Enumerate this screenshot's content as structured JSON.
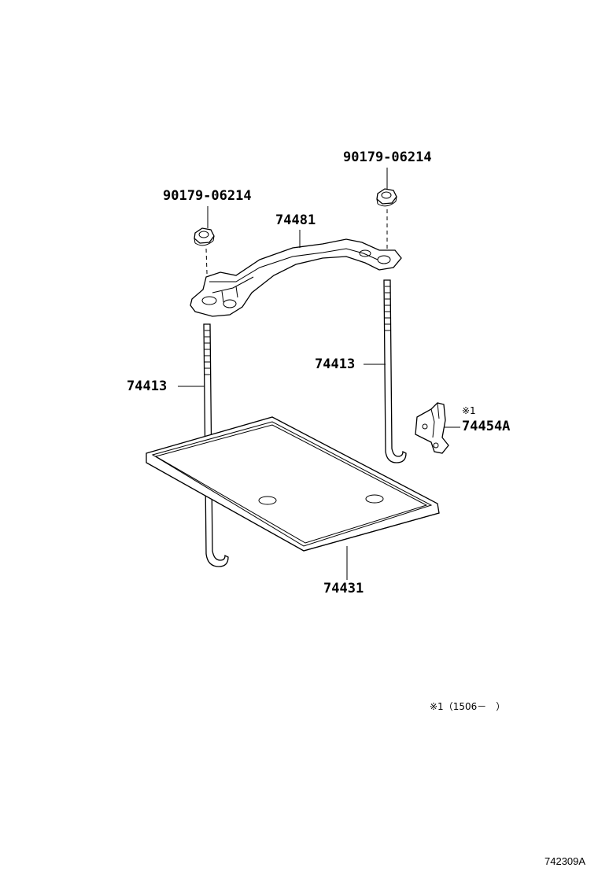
{
  "diagram": {
    "labels": {
      "nut_right": "90179-06214",
      "nut_left": "90179-06214",
      "clamp": "74481",
      "rod_right": "74413",
      "rod_left": "74413",
      "bracket": "74454A",
      "bracket_note_mark": "※1",
      "tray": "74431"
    },
    "footnote": "※1（1506－　）",
    "reference_code": "742309A"
  }
}
